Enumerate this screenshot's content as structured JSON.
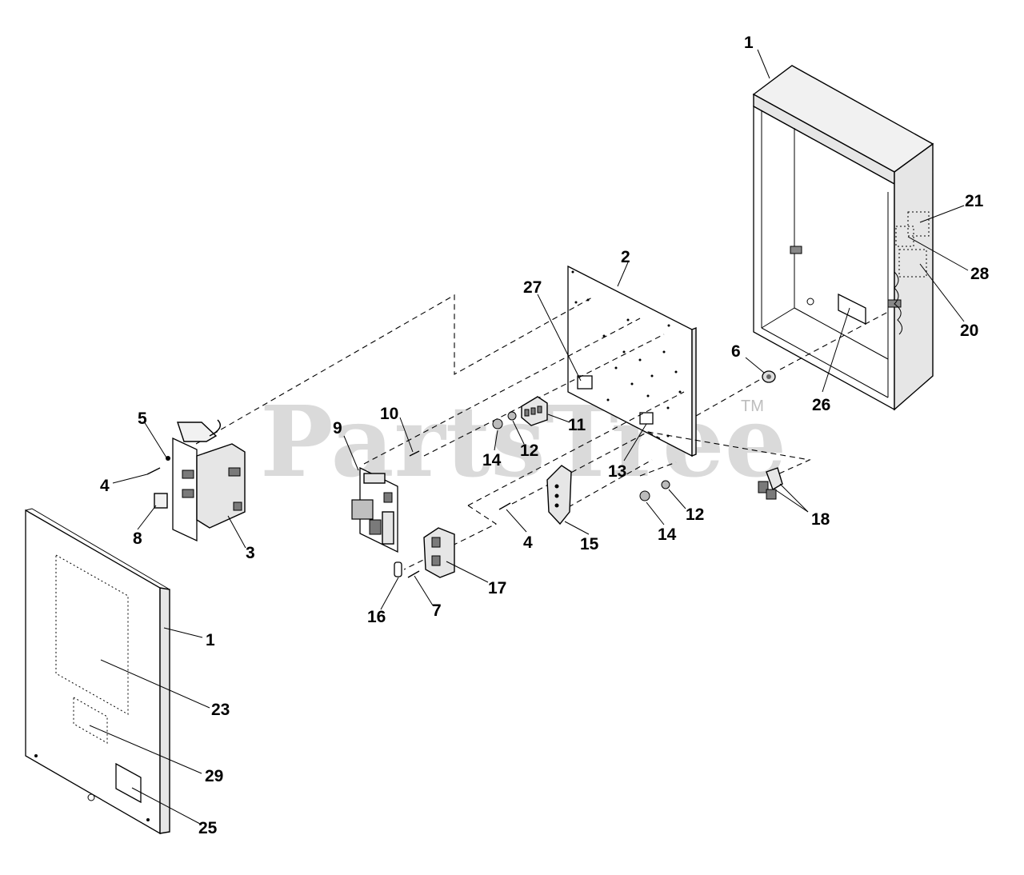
{
  "watermark": {
    "text": "PartsTree",
    "mark": "TM"
  },
  "callouts": {
    "c1_enclosure": "1",
    "c21": "21",
    "c28": "28",
    "c20": "20",
    "c26": "26",
    "c6": "6",
    "c18": "18",
    "c2": "2",
    "c27": "27",
    "c11": "11",
    "c12_upper": "12",
    "c14_upper": "14",
    "c13": "13",
    "c12_lower": "12",
    "c14_lower": "14",
    "c15": "15",
    "c10": "10",
    "c9": "9",
    "c4_mid": "4",
    "c17": "17",
    "c16": "16",
    "c7": "7",
    "c5": "5",
    "c4_left": "4",
    "c8": "8",
    "c3": "3",
    "c1_door": "1",
    "c23": "23",
    "c29": "29",
    "c25": "25"
  }
}
